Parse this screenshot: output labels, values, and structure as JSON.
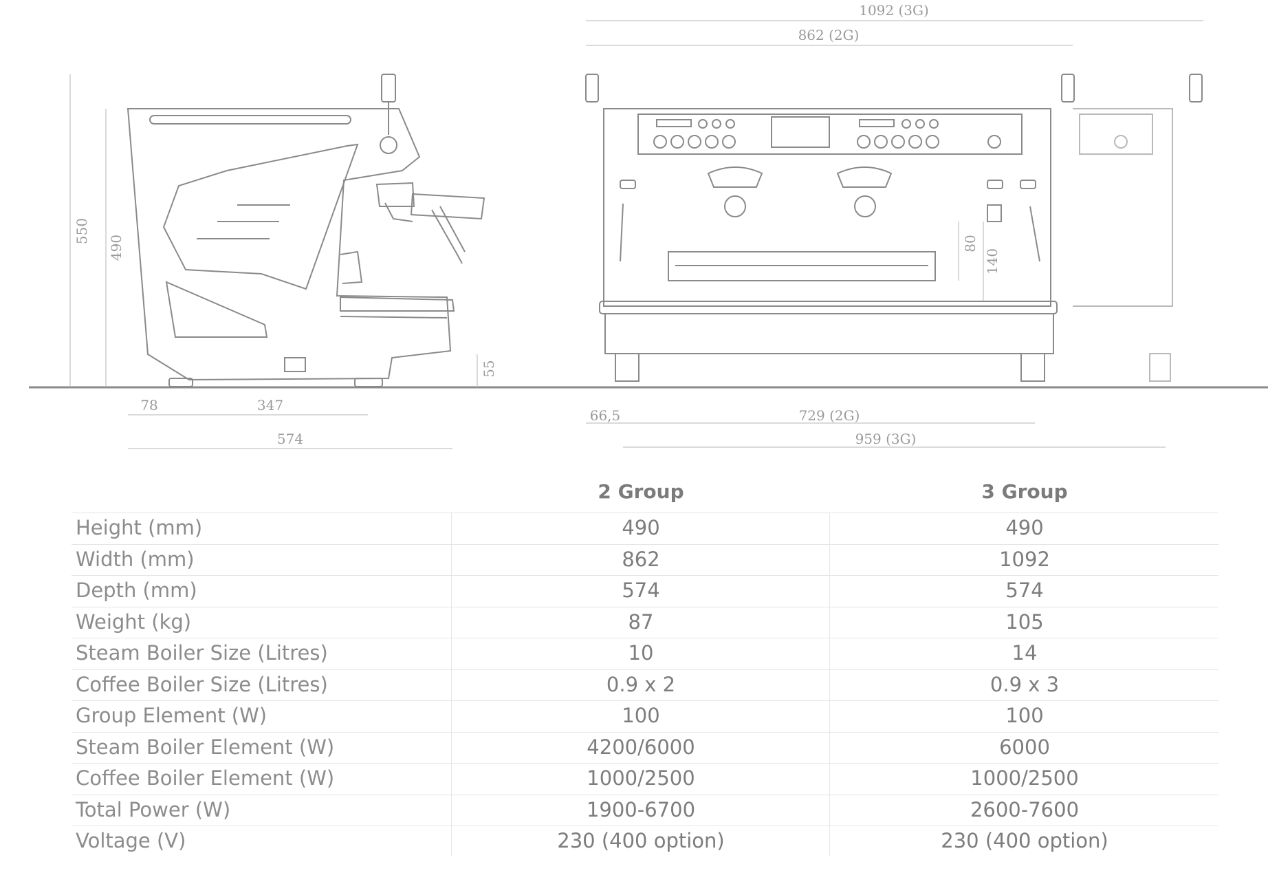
{
  "colors": {
    "line": "#8a8a8a",
    "dim": "#b4b4b4",
    "text": "#8c8c8c",
    "ground": "#8a8a8a"
  },
  "dimensions": {
    "side_height_total": "550",
    "side_height_body": "490",
    "side_foot_offset": "78",
    "side_foot_span": "347",
    "side_depth": "574",
    "side_drip_height": "55",
    "front_width_3g": "1092 (3G)",
    "front_width_2g": "862 (2G)",
    "front_cup_clearance_low": "80",
    "front_cup_clearance_high": "140",
    "front_foot_offset": "66,5",
    "front_foot_span_2g": "729 (2G)",
    "front_foot_span_3g": "959 (3G)"
  },
  "table": {
    "headers": [
      "2 Group",
      "3 Group"
    ],
    "rows": [
      {
        "label": "Height (mm)",
        "g2": "490",
        "g3": "490"
      },
      {
        "label": "Width (mm)",
        "g2": "862",
        "g3": "1092"
      },
      {
        "label": "Depth (mm)",
        "g2": "574",
        "g3": "574"
      },
      {
        "label": "Weight (kg)",
        "g2": "87",
        "g3": "105"
      },
      {
        "label": "Steam Boiler Size (Litres)",
        "g2": "10",
        "g3": "14"
      },
      {
        "label": "Coffee Boiler Size (Litres)",
        "g2": "0.9 x 2",
        "g3": "0.9 x 3"
      },
      {
        "label": "Group Element (W)",
        "g2": "100",
        "g3": "100"
      },
      {
        "label": "Steam Boiler Element (W)",
        "g2": "4200/6000",
        "g3": "6000"
      },
      {
        "label": "Coffee Boiler Element (W)",
        "g2": "1000/2500",
        "g3": "1000/2500"
      },
      {
        "label": "Total Power (W)",
        "g2": "1900-6700",
        "g3": "2600-7600"
      },
      {
        "label": "Voltage (V)",
        "g2": "230 (400 option)",
        "g3": "230 (400 option)"
      }
    ]
  }
}
